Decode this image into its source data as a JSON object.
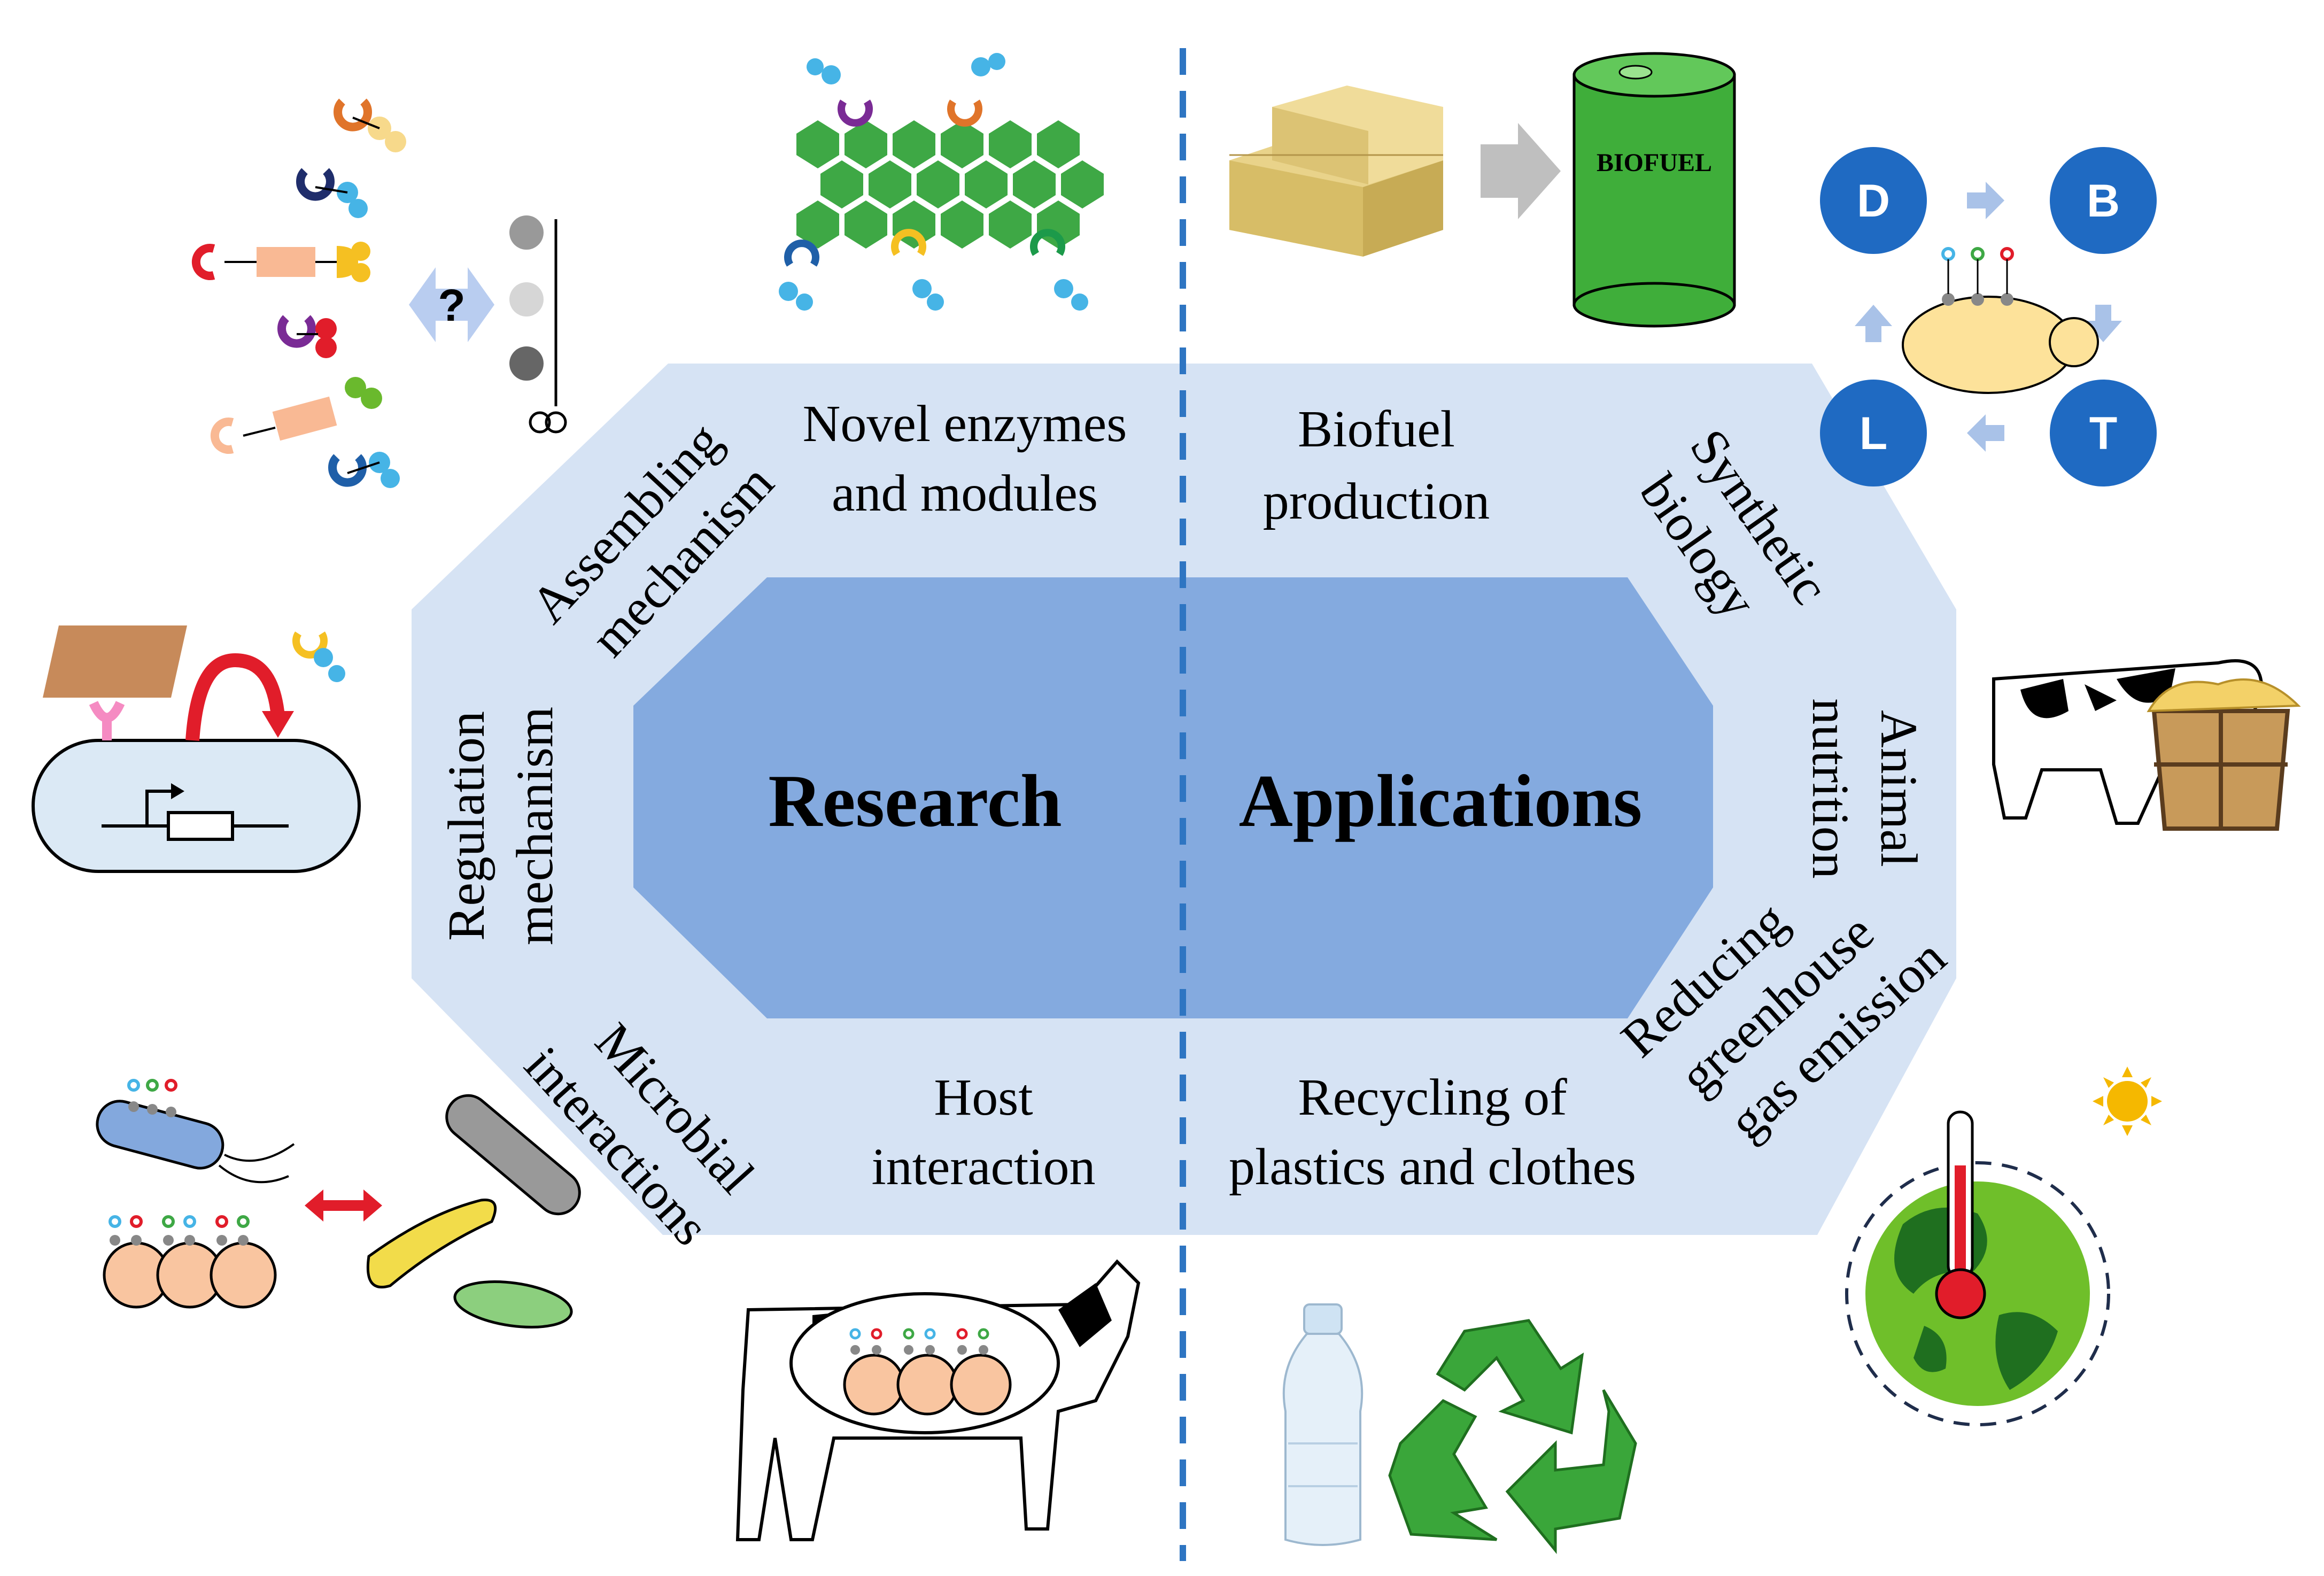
{
  "center": {
    "research": "Research",
    "applications": "Applications"
  },
  "research_topics": {
    "novel_enzymes": [
      "Novel enzymes",
      "and modules"
    ],
    "assembling": [
      "Assembling",
      "mechanism"
    ],
    "regulation": [
      "Regulation",
      "mechanism"
    ],
    "microbial": [
      "Microbial",
      "interactions"
    ],
    "host": [
      "Host",
      "interaction"
    ]
  },
  "application_topics": {
    "biofuel": [
      "Biofuel",
      "production"
    ],
    "synthetic": [
      "Synthetic",
      "biology"
    ],
    "animal": [
      "Animal",
      "nutrition"
    ],
    "greenhouse": [
      "Reducing",
      "greenhouse",
      "gas emission"
    ],
    "recycling": [
      "Recycling of",
      "plastics and clothes"
    ]
  },
  "icons": {
    "question_mark": "?",
    "biofuel_barrel_label": "BIOFUEL",
    "dbtl": [
      "D",
      "B",
      "T",
      "L"
    ]
  },
  "colors": {
    "outer_octagon": "#d6e3f4",
    "inner_octagon": "#84aadf",
    "divider": "#2e75c2",
    "badge": "#1f6ac2"
  }
}
